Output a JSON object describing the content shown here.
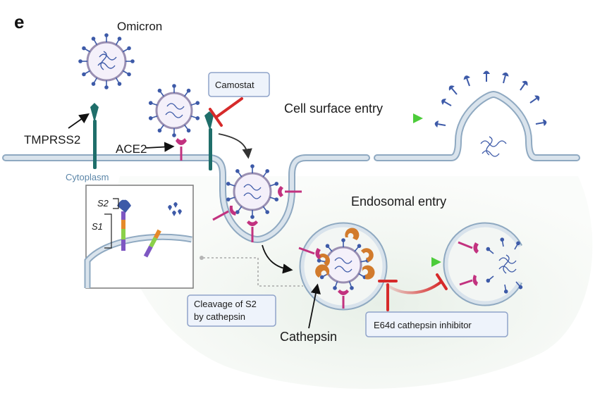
{
  "panel_letter": "e",
  "labels": {
    "omicron": "Omicron",
    "tmprss2": "TMPRSS2",
    "ace2": "ACE2",
    "cytoplasm": "Cytoplasm",
    "camostat": "Camostat",
    "cell_surface_entry": "Cell surface entry",
    "endosomal_entry": "Endosomal entry",
    "cleavage_line1": "Cleavage of S2",
    "cleavage_line2": "by cathepsin",
    "cathepsin": "Cathepsin",
    "e64d": "E64d cathepsin inhibitor",
    "s1": "S1",
    "s2": "S2"
  },
  "colors": {
    "membrane": "#b9c9d8",
    "membrane_edge": "#7f9bb6",
    "endosome_bg": "#e9f0ea",
    "virus_shell": "#9a8fb2",
    "spike": "#3d5aa8",
    "ace2": "#c2327f",
    "tmprss2": "#1f6e6a",
    "cathepsin": "#d27b2c",
    "inhibit": "#d62a2a",
    "green_arrow": "#4ccc3a",
    "box_fill": "#eef3fb",
    "box_edge": "#8fa3c9"
  }
}
